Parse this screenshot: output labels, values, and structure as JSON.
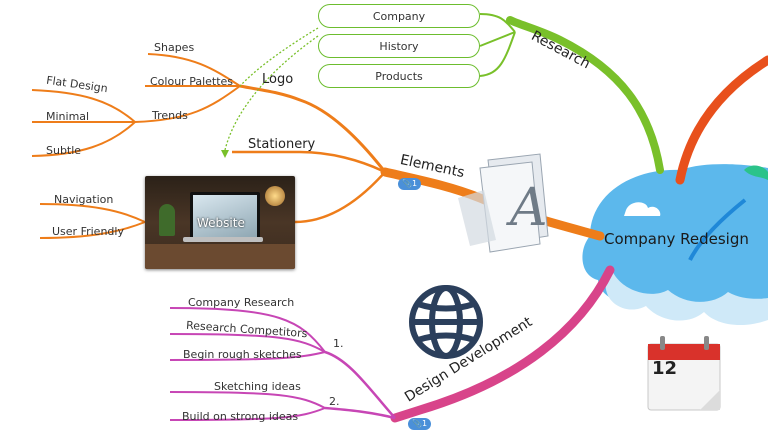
{
  "center": {
    "label": "Company Redesign"
  },
  "branches": {
    "research": {
      "label": "Research",
      "items": [
        "Company",
        "History",
        "Products"
      ]
    },
    "elements": {
      "label": "Elements",
      "badge": "1"
    },
    "logo": {
      "label": "Logo",
      "items": [
        "Shapes",
        "Colour Palettes",
        "Trends"
      ],
      "trend_items": [
        "Flat Design",
        "Minimal",
        "Subtle"
      ]
    },
    "stationery": {
      "label": "Stationery"
    },
    "website": {
      "label": "Website",
      "items": [
        "Navigation",
        "User Friendly"
      ]
    },
    "design_development": {
      "label": "Design Development",
      "badge": "1",
      "group1": {
        "label": "1.",
        "items": [
          "Company Research",
          "Research Competitors",
          "Begin rough sketches"
        ]
      },
      "group2": {
        "label": "2.",
        "items": [
          "Sketching ideas",
          "Build on strong ideas"
        ]
      }
    }
  },
  "calendar": {
    "day": "12"
  },
  "colors": {
    "orange": "#ee7d1a",
    "green": "#79c02a",
    "pink": "#d8448a",
    "magenta": "#c746b5",
    "blue": "#3aa0e0",
    "red": "#e8501c",
    "cloud": "#5cb8ec"
  }
}
